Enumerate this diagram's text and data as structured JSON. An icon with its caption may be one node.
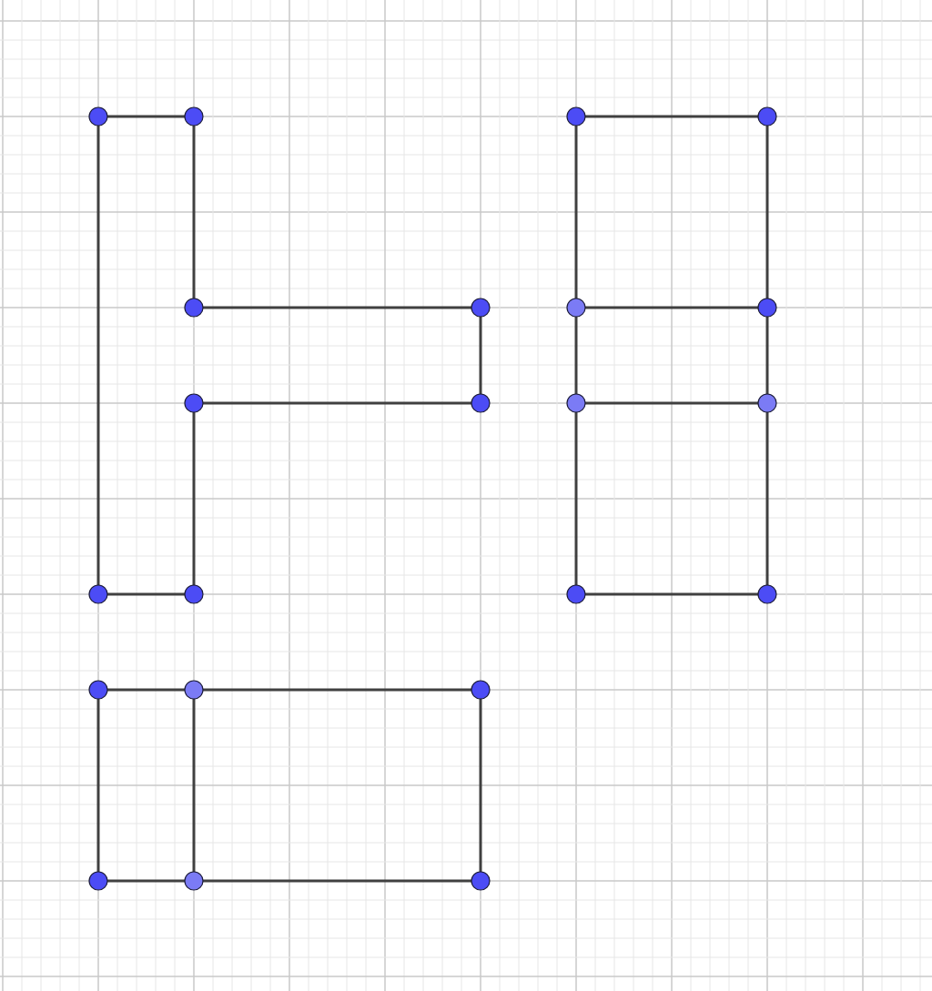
{
  "diagram": {
    "nodes": [
      {
        "text": [],
        "shape": "circle"
      },
      {
        "text": [],
        "shape": "circle"
      },
      {
        "text": [],
        "shape": "circle"
      },
      {
        "text": [],
        "shape": "circle"
      },
      {
        "text": [],
        "shape": "circle"
      },
      {
        "text": [],
        "shape": "circle"
      },
      {
        "text": [],
        "shape": "circle"
      },
      {
        "text": [],
        "shape": "circle"
      },
      {
        "text": [],
        "shape": "circle"
      },
      {
        "text": [],
        "shape": "circle"
      },
      {
        "text": [],
        "shape": "circle"
      },
      {
        "text": [],
        "shape": "circle"
      },
      {
        "text": [],
        "shape": "circle"
      },
      {
        "text": [],
        "shape": "circle"
      },
      {
        "text": [],
        "shape": "circle"
      },
      {
        "text": [],
        "shape": "circle"
      },
      {
        "text": [],
        "shape": "circle"
      },
      {
        "text": [],
        "shape": "circle"
      },
      {
        "text": [],
        "shape": "circle"
      },
      {
        "text": [],
        "shape": "circle"
      },
      {
        "text": [],
        "shape": "circle"
      },
      {
        "text": [],
        "shape": "circle"
      }
    ],
    "edges": [
      {
        "from": 0,
        "to": 1,
        "arrow": "none"
      },
      {
        "from": 1,
        "to": 4,
        "arrow": "none"
      },
      {
        "from": 4,
        "to": 5,
        "arrow": "none"
      },
      {
        "from": 5,
        "to": 9,
        "arrow": "none"
      },
      {
        "from": 9,
        "to": 8,
        "arrow": "none"
      },
      {
        "from": 8,
        "to": 13,
        "arrow": "none"
      },
      {
        "from": 13,
        "to": 12,
        "arrow": "none"
      },
      {
        "from": 12,
        "to": 0,
        "arrow": "none"
      },
      {
        "from": 2,
        "to": 3,
        "arrow": "none"
      },
      {
        "from": 3,
        "to": 7,
        "arrow": "none"
      },
      {
        "from": 7,
        "to": 11,
        "arrow": "none"
      },
      {
        "from": 11,
        "to": 15,
        "arrow": "none"
      },
      {
        "from": 15,
        "to": 14,
        "arrow": "none"
      },
      {
        "from": 14,
        "to": 10,
        "arrow": "none"
      },
      {
        "from": 10,
        "to": 6,
        "arrow": "none"
      },
      {
        "from": 6,
        "to": 2,
        "arrow": "none"
      },
      {
        "from": 6,
        "to": 7,
        "arrow": "none"
      },
      {
        "from": 10,
        "to": 11,
        "arrow": "none"
      },
      {
        "from": 16,
        "to": 17,
        "arrow": "none"
      },
      {
        "from": 17,
        "to": 18,
        "arrow": "none"
      },
      {
        "from": 18,
        "to": 21,
        "arrow": "none"
      },
      {
        "from": 21,
        "to": 20,
        "arrow": "none"
      },
      {
        "from": 20,
        "to": 19,
        "arrow": "none"
      },
      {
        "from": 19,
        "to": 16,
        "arrow": "none"
      },
      {
        "from": 17,
        "to": 20,
        "arrow": "none"
      }
    ]
  }
}
